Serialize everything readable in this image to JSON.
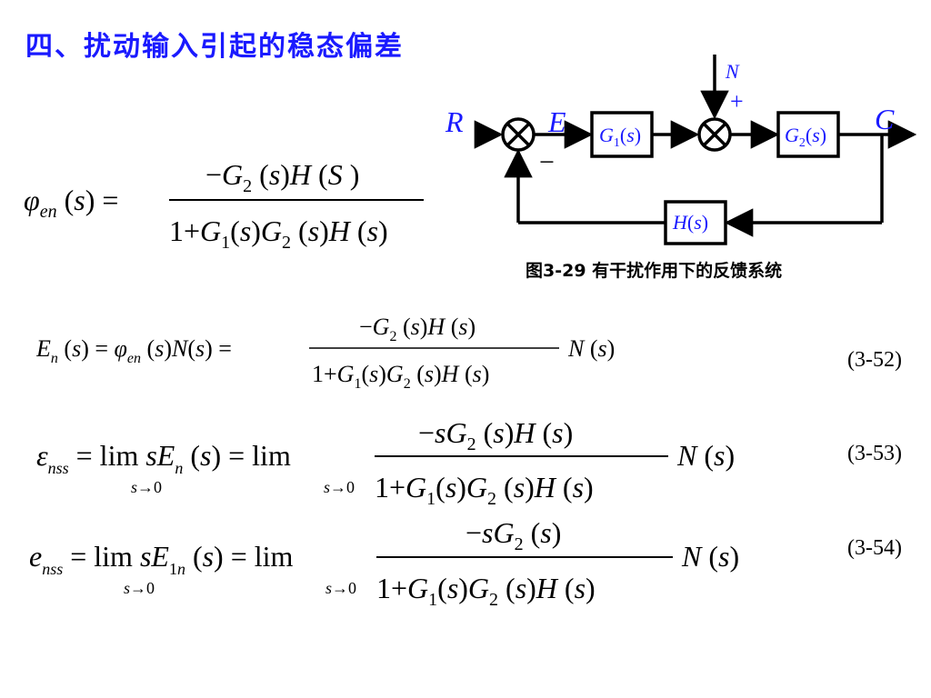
{
  "title": "四、扰动输入引起的稳态偏差",
  "diagram": {
    "caption": "图3-29  有干扰作用下的反馈系统",
    "signals": {
      "R": "R",
      "E": "E",
      "C": "C",
      "N": "N"
    },
    "signs": {
      "minus": "−",
      "plus": "+"
    },
    "blocks": {
      "g1": "G",
      "g2": "G",
      "h": "H"
    }
  },
  "equations": [
    {
      "id": "phi_en",
      "number": ""
    },
    {
      "id": "En",
      "number": "(3-52)"
    },
    {
      "id": "epsilon_nss",
      "number": "(3-53)"
    },
    {
      "id": "e_nss",
      "number": "(3-54)"
    }
  ],
  "colors": {
    "title": "#1a1aff",
    "text": "#000000"
  }
}
